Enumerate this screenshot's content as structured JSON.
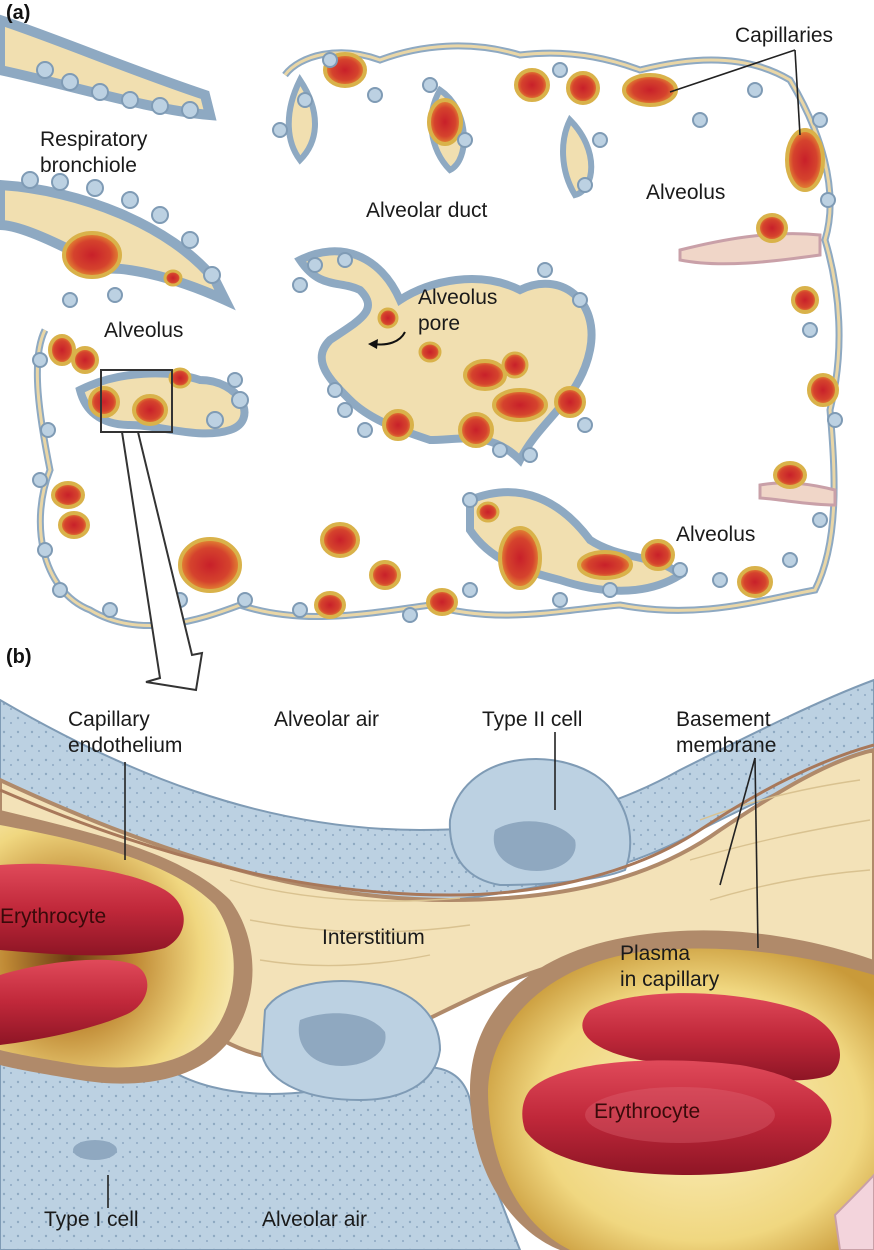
{
  "panel_a": {
    "letter": "(a)",
    "labels": {
      "capillaries": "Capillaries",
      "respiratory_bronchiole_1": "Respiratory",
      "respiratory_bronchiole_2": "bronchiole",
      "alveolar_duct": "Alveolar duct",
      "alveolus_top_right": "Alveolus",
      "alveolus_left": "Alveolus",
      "alveolus_pore_1": "Alveolus",
      "alveolus_pore_2": "pore",
      "alveolus_bottom_right": "Alveolus"
    }
  },
  "panel_b": {
    "letter": "(b)",
    "labels": {
      "capillary_endothelium_1": "Capillary",
      "capillary_endothelium_2": "endothelium",
      "alveolar_air_top": "Alveolar air",
      "type_ii_cell": "Type II cell",
      "basement_membrane_1": "Basement",
      "basement_membrane_2": "membrane",
      "erythrocyte_left": "Erythrocyte",
      "interstitium": "Interstitium",
      "plasma_1": "Plasma",
      "plasma_2": "in capillary",
      "erythrocyte_right": "Erythrocyte",
      "type_i_cell": "Type I cell",
      "alveolar_air_bottom": "Alveolar air"
    }
  },
  "colors": {
    "epithelium_blue": "#b9cfe0",
    "epithelium_dark": "#7f9bb5",
    "interstitium_tan": "#f3e2b8",
    "capillary_wall": "#b08a6a",
    "capillary_rim": "#d9b24a",
    "blood_red": "#c8303a",
    "blood_orange": "#e0622c",
    "plasma_yellow": "#f2dc8c"
  }
}
